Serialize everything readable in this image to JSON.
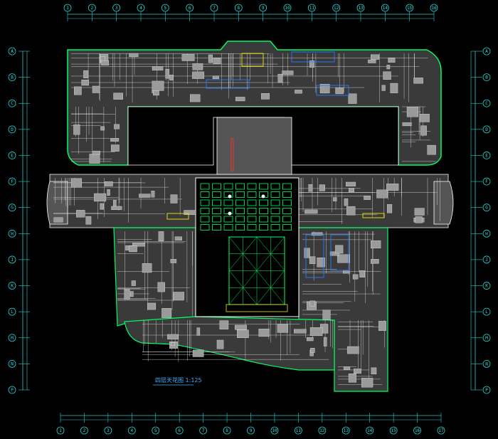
{
  "drawing": {
    "title": "四层天花图 1:125",
    "colors": {
      "background": "#000000",
      "axis": "#22d3d3",
      "outline": "#00ff66",
      "walls": "#ffffff",
      "fill_gray": "#8a8a8a",
      "yellow": "#f2e600",
      "blue": "#2a7cff",
      "red": "#ff3030"
    }
  },
  "axes": {
    "top_bubbles": [
      "1",
      "2",
      "3",
      "4",
      "5",
      "6",
      "7",
      "8",
      "9",
      "10",
      "11",
      "12",
      "13",
      "14",
      "15",
      "16"
    ],
    "bottom_bubbles": [
      "1",
      "2",
      "3",
      "4",
      "5",
      "6",
      "7",
      "8",
      "9",
      "10",
      "11",
      "12",
      "13",
      "14",
      "15",
      "16",
      "17"
    ],
    "left_bubbles": [
      "A",
      "B",
      "C",
      "D",
      "E",
      "F",
      "G",
      "H",
      "J",
      "K",
      "L",
      "M",
      "N",
      "P"
    ],
    "right_bubbles": [
      "A",
      "B",
      "C",
      "D",
      "E",
      "F",
      "G",
      "H",
      "J",
      "K",
      "L",
      "M",
      "N",
      "P"
    ]
  }
}
